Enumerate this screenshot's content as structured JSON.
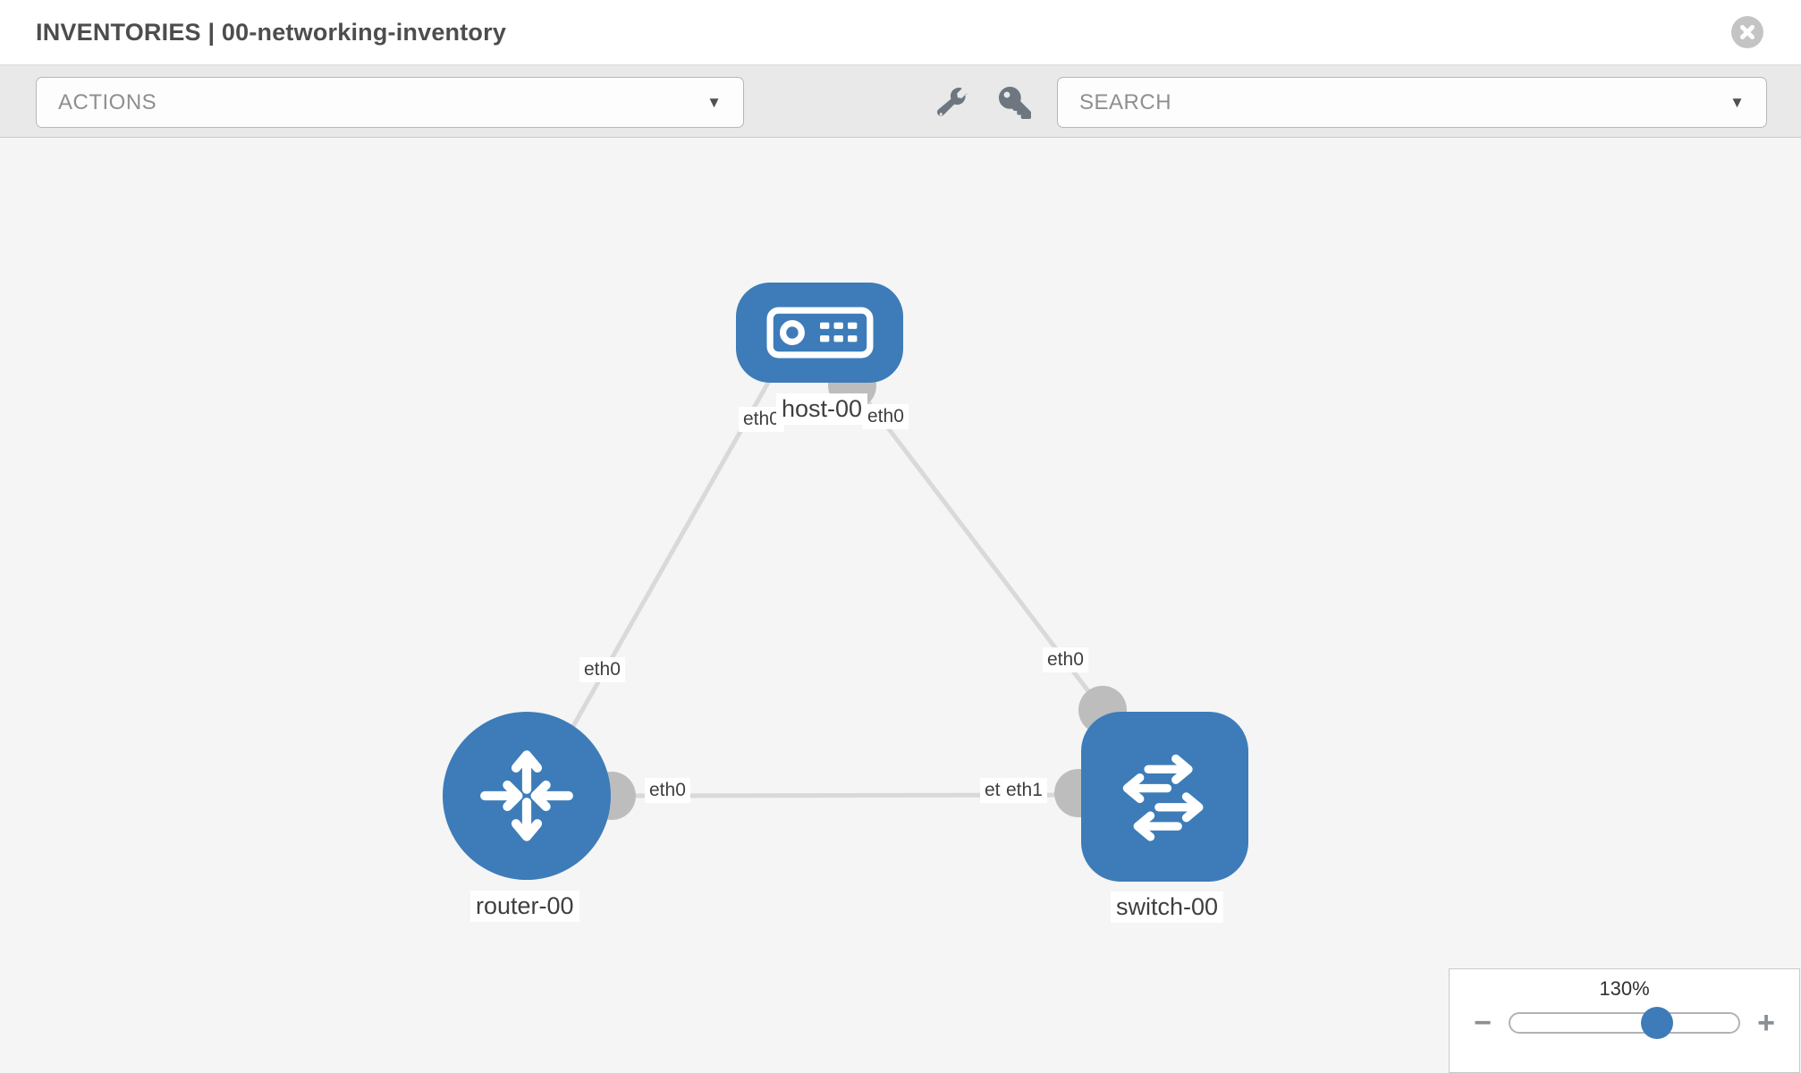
{
  "header": {
    "title": "INVENTORIES | 00-networking-inventory"
  },
  "toolbar": {
    "actions_label": "ACTIONS",
    "search_placeholder": "SEARCH",
    "caret_icon": "▼",
    "icons": [
      "wrench-icon",
      "key-icon"
    ]
  },
  "topology": {
    "nodes": [
      {
        "name": "host-00",
        "type": "host",
        "icon": "server-icon"
      },
      {
        "name": "router-00",
        "type": "router",
        "icon": "router-icon"
      },
      {
        "name": "switch-00",
        "type": "switch",
        "icon": "switch-icon"
      }
    ],
    "links": [
      {
        "from": "host-00",
        "to": "router-00",
        "from_interface": "eth0",
        "to_interface": "eth0"
      },
      {
        "from": "host-00",
        "to": "switch-00",
        "from_interface": "eth0",
        "to_interface": "eth0"
      },
      {
        "from": "router-00",
        "to": "switch-00",
        "from_interface": "eth0",
        "to_interface": "eth1",
        "overlapped_label": "eth0"
      }
    ]
  },
  "zoom_control": {
    "level": "130%",
    "minus_icon": "−",
    "plus_icon": "+"
  },
  "colors": {
    "node_blue": "#3d7cb9",
    "link_gray": "#d9d9d9",
    "connector_gray": "#bdbdbd",
    "canvas_bg": "#f5f5f5",
    "toolbar_bg": "#e9e9e9",
    "title_text": "#4d4d4d"
  }
}
